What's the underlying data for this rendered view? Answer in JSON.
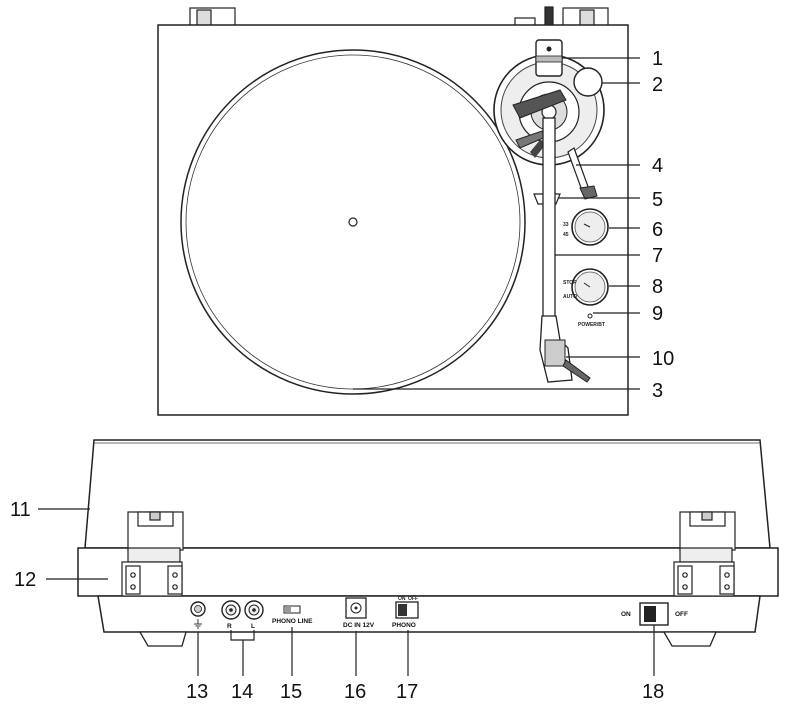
{
  "colors": {
    "stroke": "#222222",
    "panel": "#ffffff",
    "lightgray": "#d6d6d6",
    "midgray": "#999999"
  },
  "top_view": {
    "callouts": [
      "1",
      "2",
      "4",
      "5",
      "6",
      "7",
      "8",
      "9",
      "10",
      "3"
    ],
    "knob_speed_labels": [
      "33",
      "45"
    ],
    "knob_control_labels": [
      "STOP",
      "AUTO"
    ],
    "power_label": "POWER/BT"
  },
  "rear_view": {
    "callouts": [
      "11",
      "12",
      "13",
      "14",
      "15",
      "16",
      "17",
      "18"
    ],
    "rca_labels": [
      "R",
      "L"
    ],
    "phono_line_label": "PHONO LINE",
    "dc_label": "DC IN 12V",
    "preamp_top_labels": [
      "ON",
      "OFF"
    ],
    "preamp_bottom_label": "PHONO",
    "power_on_label": "ON",
    "power_off_label": "OFF",
    "ground_icon": "ground-icon"
  }
}
